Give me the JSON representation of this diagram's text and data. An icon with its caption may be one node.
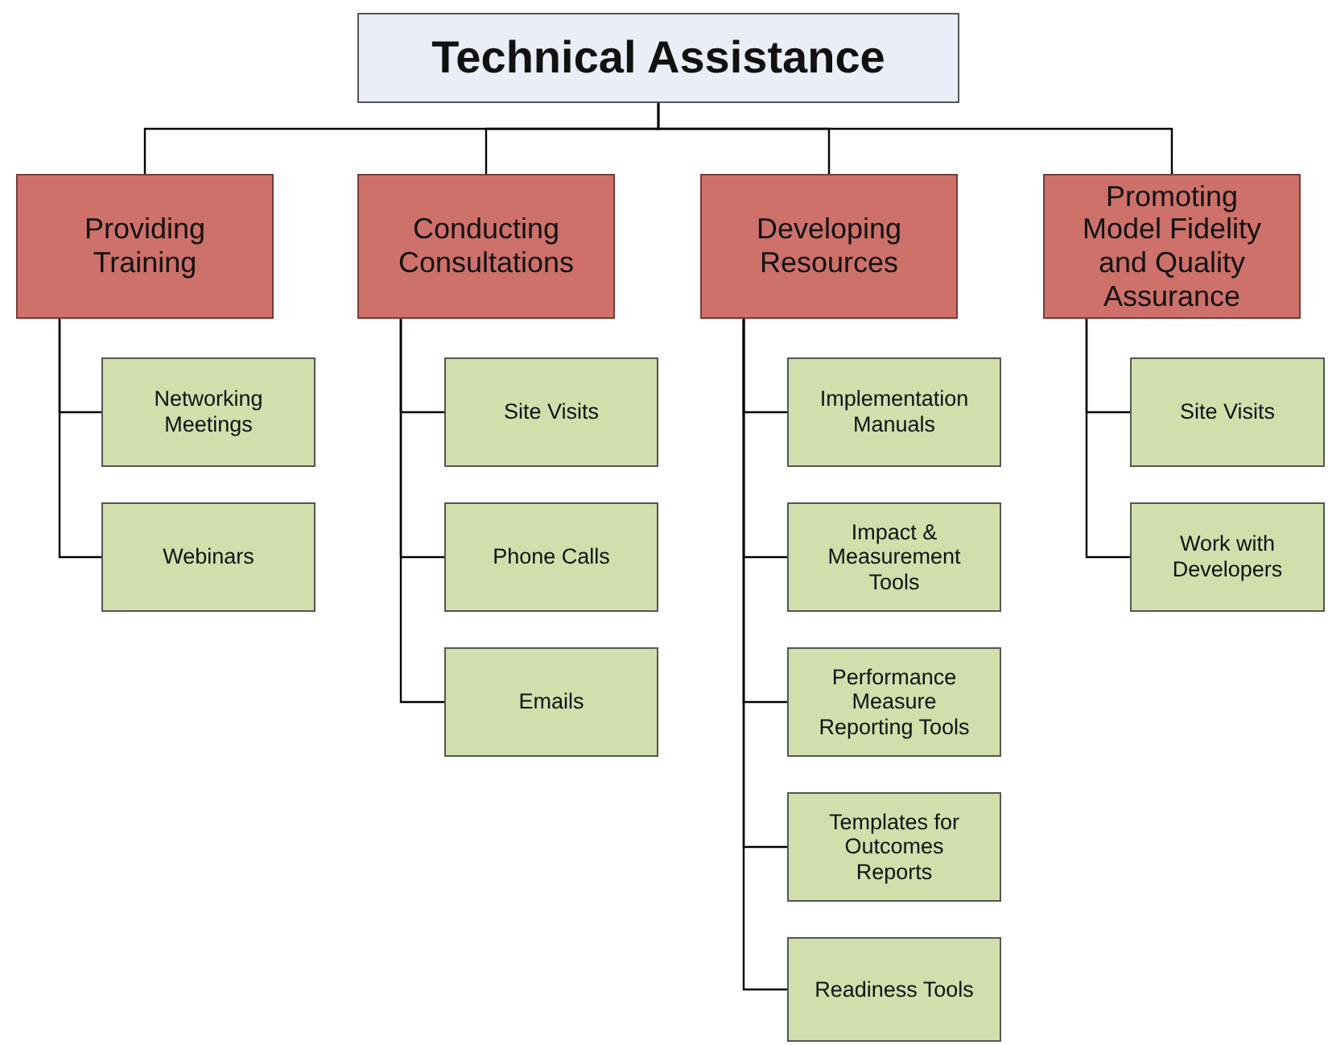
{
  "diagram": {
    "nodes": [
      {
        "text": [
          "Technical Assistance"
        ]
      },
      {
        "text": [
          "Providing Training"
        ]
      },
      {
        "text": [
          "Conducting Consultations"
        ]
      },
      {
        "text": [
          "Developing Resources"
        ]
      },
      {
        "text": [
          "Promoting Model Fidelity and Quality Assurance"
        ]
      },
      {
        "text": [
          "Networking Meetings"
        ]
      },
      {
        "text": [
          "Webinars"
        ]
      },
      {
        "text": [
          "Site Visits"
        ]
      },
      {
        "text": [
          "Phone Calls"
        ]
      },
      {
        "text": [
          "Emails"
        ]
      },
      {
        "text": [
          "Implementation Manuals"
        ]
      },
      {
        "text": [
          "Impact & Measurement Tools"
        ]
      },
      {
        "text": [
          "Performance Measure Reporting Tools"
        ]
      },
      {
        "text": [
          "Templates for Outcomes Reports"
        ]
      },
      {
        "text": [
          "Readiness Tools"
        ]
      },
      {
        "text": [
          "Site Visits"
        ]
      },
      {
        "text": [
          "Work with Developers"
        ]
      }
    ],
    "edges": [
      {
        "from": 0,
        "to": 1,
        "arrow": "none"
      },
      {
        "from": 0,
        "to": 2,
        "arrow": "none"
      },
      {
        "from": 0,
        "to": 3,
        "arrow": "none"
      },
      {
        "from": 0,
        "to": 4,
        "arrow": "none"
      },
      {
        "from": 1,
        "to": 5,
        "arrow": "none"
      },
      {
        "from": 1,
        "to": 6,
        "arrow": "none"
      },
      {
        "from": 2,
        "to": 7,
        "arrow": "none"
      },
      {
        "from": 2,
        "to": 8,
        "arrow": "none"
      },
      {
        "from": 2,
        "to": 9,
        "arrow": "none"
      },
      {
        "from": 3,
        "to": 10,
        "arrow": "none"
      },
      {
        "from": 3,
        "to": 11,
        "arrow": "none"
      },
      {
        "from": 3,
        "to": 12,
        "arrow": "none"
      },
      {
        "from": 3,
        "to": 13,
        "arrow": "none"
      },
      {
        "from": 3,
        "to": 14,
        "arrow": "none"
      },
      {
        "from": 4,
        "to": 15,
        "arrow": "none"
      },
      {
        "from": 4,
        "to": 16,
        "arrow": "none"
      }
    ]
  }
}
